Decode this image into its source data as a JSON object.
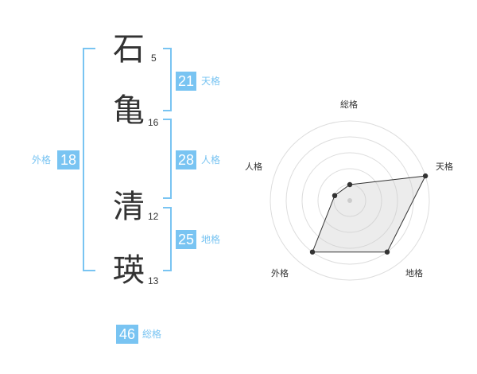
{
  "name": {
    "chars": [
      {
        "char": "石",
        "strokes": "5"
      },
      {
        "char": "亀",
        "strokes": "16"
      },
      {
        "char": "清",
        "strokes": "12"
      },
      {
        "char": "瑛",
        "strokes": "13"
      }
    ]
  },
  "kaku": {
    "tenkaku": {
      "value": "21",
      "label": "天格"
    },
    "jinkaku": {
      "value": "28",
      "label": "人格"
    },
    "chikaku": {
      "value": "25",
      "label": "地格"
    },
    "gaikaku": {
      "value": "18",
      "label": "外格"
    },
    "soukaku": {
      "value": "46",
      "label": "総格"
    }
  },
  "colors": {
    "accent": "#79c4f2",
    "text": "#333333"
  },
  "chart_data": {
    "type": "radar",
    "axes": [
      "総格",
      "天格",
      "地格",
      "外格",
      "人格"
    ],
    "values": [
      1,
      5,
      4,
      4,
      1
    ],
    "max": 5
  }
}
